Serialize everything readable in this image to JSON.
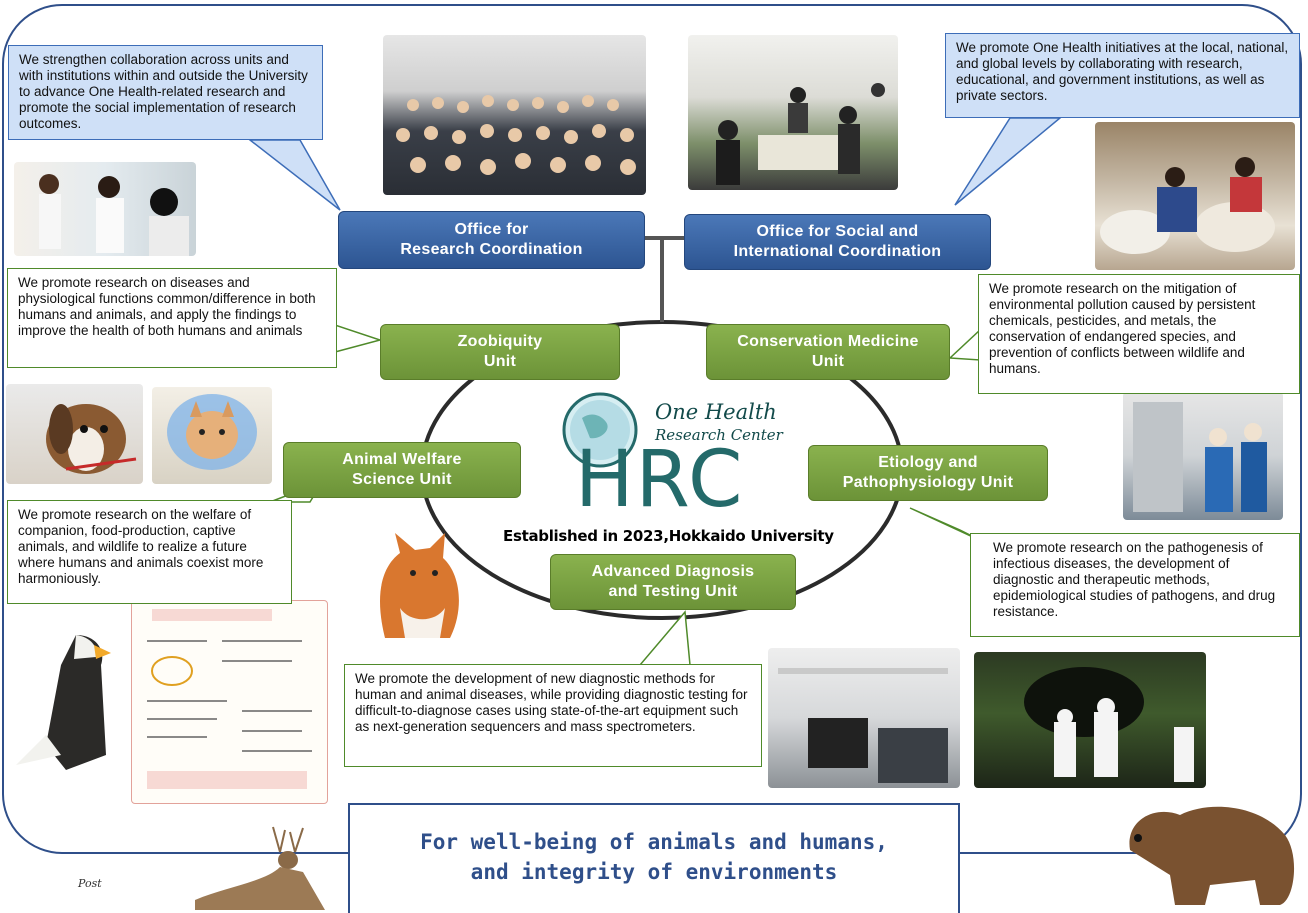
{
  "offices": {
    "research": {
      "label_line1": "Office for",
      "label_line2": "Research Coordination"
    },
    "social": {
      "label_line1": "Office for Social and",
      "label_line2": "International Coordination"
    }
  },
  "units": {
    "zoobiquity": {
      "line1": "Zoobiquity",
      "line2": "Unit"
    },
    "conservation": {
      "line1": "Conservation Medicine",
      "line2": "Unit"
    },
    "welfare": {
      "line1": "Animal Welfare",
      "line2": "Science Unit"
    },
    "etiology": {
      "line1": "Etiology and",
      "line2": "Pathophysiology Unit"
    },
    "diagnosis": {
      "line1": "Advanced Diagnosis",
      "line2": "and Testing Unit"
    }
  },
  "descriptions": {
    "research_office": "We strengthen collaboration across units and with institutions within and outside the University to advance One Health-related research and promote the social implementation of research outcomes.",
    "social_office": "We promote One Health initiatives at the local, national, and global levels by collaborating with research, educational, and government institutions, as well as private sectors.",
    "zoobiquity": "We promote research on diseases and physiological functions common/difference in both humans and animals, and apply the findings to improve the health of both humans and animals",
    "conservation": "We promote research on the mitigation of environmental pollution caused by persistent chemicals, pesticides, and metals, the conservation of endangered species, and prevention of conflicts between wildlife and humans.",
    "welfare": "We promote research on the welfare of companion, food-production, captive animals, and wildlife to realize a future where humans and animals coexist more harmoniously.",
    "etiology": "We promote research on the pathogenesis of infectious diseases, the development of diagnostic and therapeutic methods, epidemiological studies of pathogens, and drug resistance.",
    "diagnosis": "We promote the development of new diagnostic methods for human and animal diseases, while providing diagnostic testing for difficult-to-diagnose cases using state-of-the-art equipment such as next-generation sequencers and mass spectrometers."
  },
  "logo": {
    "one_health": "One Health",
    "research_center": "Research Center",
    "abbr": "HRC",
    "established": "Established in 2023,Hokkaido University"
  },
  "slogan": {
    "line1": "For well-being of animals and humans,",
    "line2": "and integrity of environments"
  },
  "post_label": "Post",
  "colors": {
    "frame": "#2f4f8a",
    "office": "#3a65a6",
    "unit": "#7aa143",
    "logo": "#246a6a"
  }
}
